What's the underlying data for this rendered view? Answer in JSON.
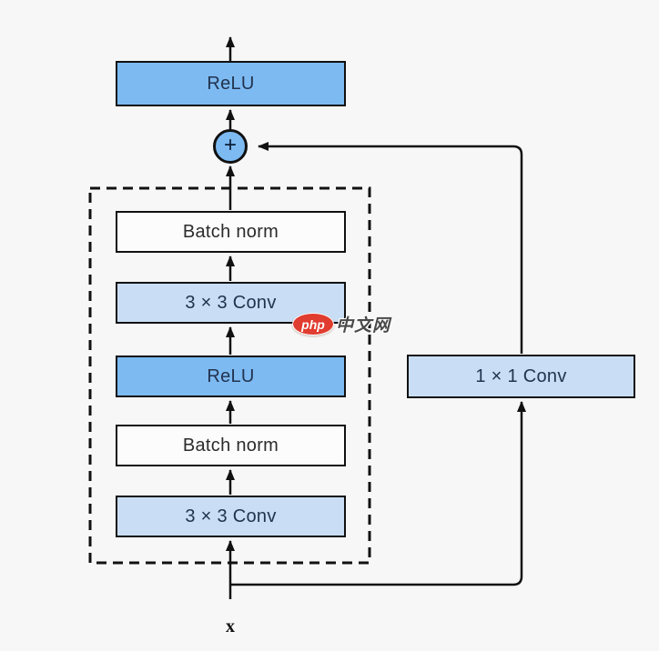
{
  "diagram": {
    "description": "Residual block diagram with skip connection",
    "input_label": "x",
    "operator_label": "+",
    "blocks": {
      "relu_top": "ReLU",
      "batch_norm_1": "Batch norm",
      "conv3_1": "3 × 3 Conv",
      "relu_mid": "ReLU",
      "batch_norm_2": "Batch norm",
      "conv3_2": "3 × 3 Conv",
      "conv1": "1 × 1 Conv"
    },
    "colors": {
      "background": "#f6f7f6",
      "box_medium_blue": "#7dbaf2",
      "box_light_blue": "#c9def5",
      "box_white": "#fcfcfc",
      "line": "#111111",
      "label_text": "#22334e",
      "watermark_red": "#e03c2f"
    },
    "watermark": {
      "logo_text": "php",
      "site_text": "中文网"
    }
  }
}
